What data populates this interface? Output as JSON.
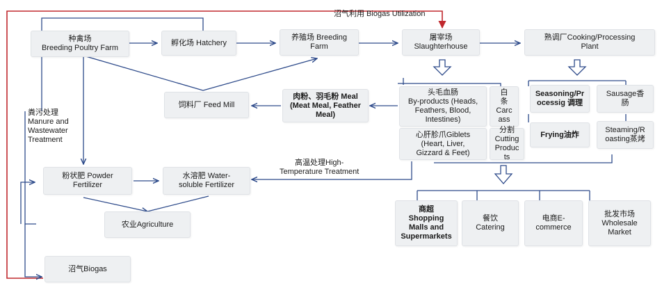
{
  "top_label": "沼气利用 Biogas Utilization",
  "boxes": {
    "breeding_poultry_farm": {
      "l1": "种禽场",
      "l2": "Breeding Poultry Farm"
    },
    "hatchery": {
      "l1": "孵化场 Hatchery"
    },
    "breeding_farm": {
      "l1": "养殖场 Breeding",
      "l2": "Farm"
    },
    "slaughterhouse": {
      "l1": "屠宰场",
      "l2": "Slaughterhouse"
    },
    "cooking_plant": {
      "l1": "熟调厂Cooking/Processing",
      "l2": "Plant"
    },
    "feed_mill": {
      "l1": "饲料厂 Feed Mill"
    },
    "meat_meal": {
      "l1": "肉粉、羽毛粉 Meal",
      "l2": "(Meat Meal, Feather",
      "l3": "Meal)"
    },
    "byproducts": {
      "l1": "头毛血肠",
      "l2": "By-products (Heads,",
      "l3": "Feathers, Blood,",
      "l4": "Intestines)"
    },
    "carcass": {
      "l1": "白",
      "l2": "条",
      "l3": "Carc",
      "l4": "ass"
    },
    "giblets": {
      "l1": "心肝胗爪Giblets",
      "l2": "(Heart, Liver,",
      "l3": "Gizzard & Feet)"
    },
    "cutting": {
      "l1": "分割",
      "l2": "Cutting",
      "l3": "Produc",
      "l4": "ts"
    },
    "seasoning": {
      "l1": "Seasoning/Pr",
      "l2": "ocessig 调理"
    },
    "sausage": {
      "l1": "Sausage香",
      "l2": "肠"
    },
    "frying": {
      "l1": "Frying油炸"
    },
    "steaming": {
      "l1": "Steaming/R",
      "l2": "oasting蒸烤"
    },
    "powder_fertilizer": {
      "l1": "粉状肥 Powder",
      "l2": "Fertilizer"
    },
    "water_fertilizer": {
      "l1": "水溶肥 Water-",
      "l2": "soluble Fertilizer"
    },
    "agriculture": {
      "l1": "农业Agriculture"
    },
    "biogas": {
      "l1": "沼气Biogas"
    },
    "shopping": {
      "l1": "商超",
      "l2": "Shopping",
      "l3": "Malls and",
      "l4": "Supermarkets"
    },
    "catering": {
      "l1": "餐饮",
      "l2": "Catering"
    },
    "ecommerce": {
      "l1": "电商E-",
      "l2": "commerce"
    },
    "wholesale": {
      "l1": "批发市场",
      "l2": "Wholesale",
      "l3": "Market"
    }
  },
  "labels": {
    "manure": {
      "l1": "粪污处理",
      "l2": "Manure and",
      "l3": "Wastewater",
      "l4": "Treatment"
    },
    "high_temp": {
      "l1": "高温处理High-",
      "l2": "Temperature Treatment"
    }
  },
  "colors": {
    "arrow": "#2d4a8a",
    "biogas_loop": "#c0282d",
    "box_fill": "#eef0f2"
  }
}
